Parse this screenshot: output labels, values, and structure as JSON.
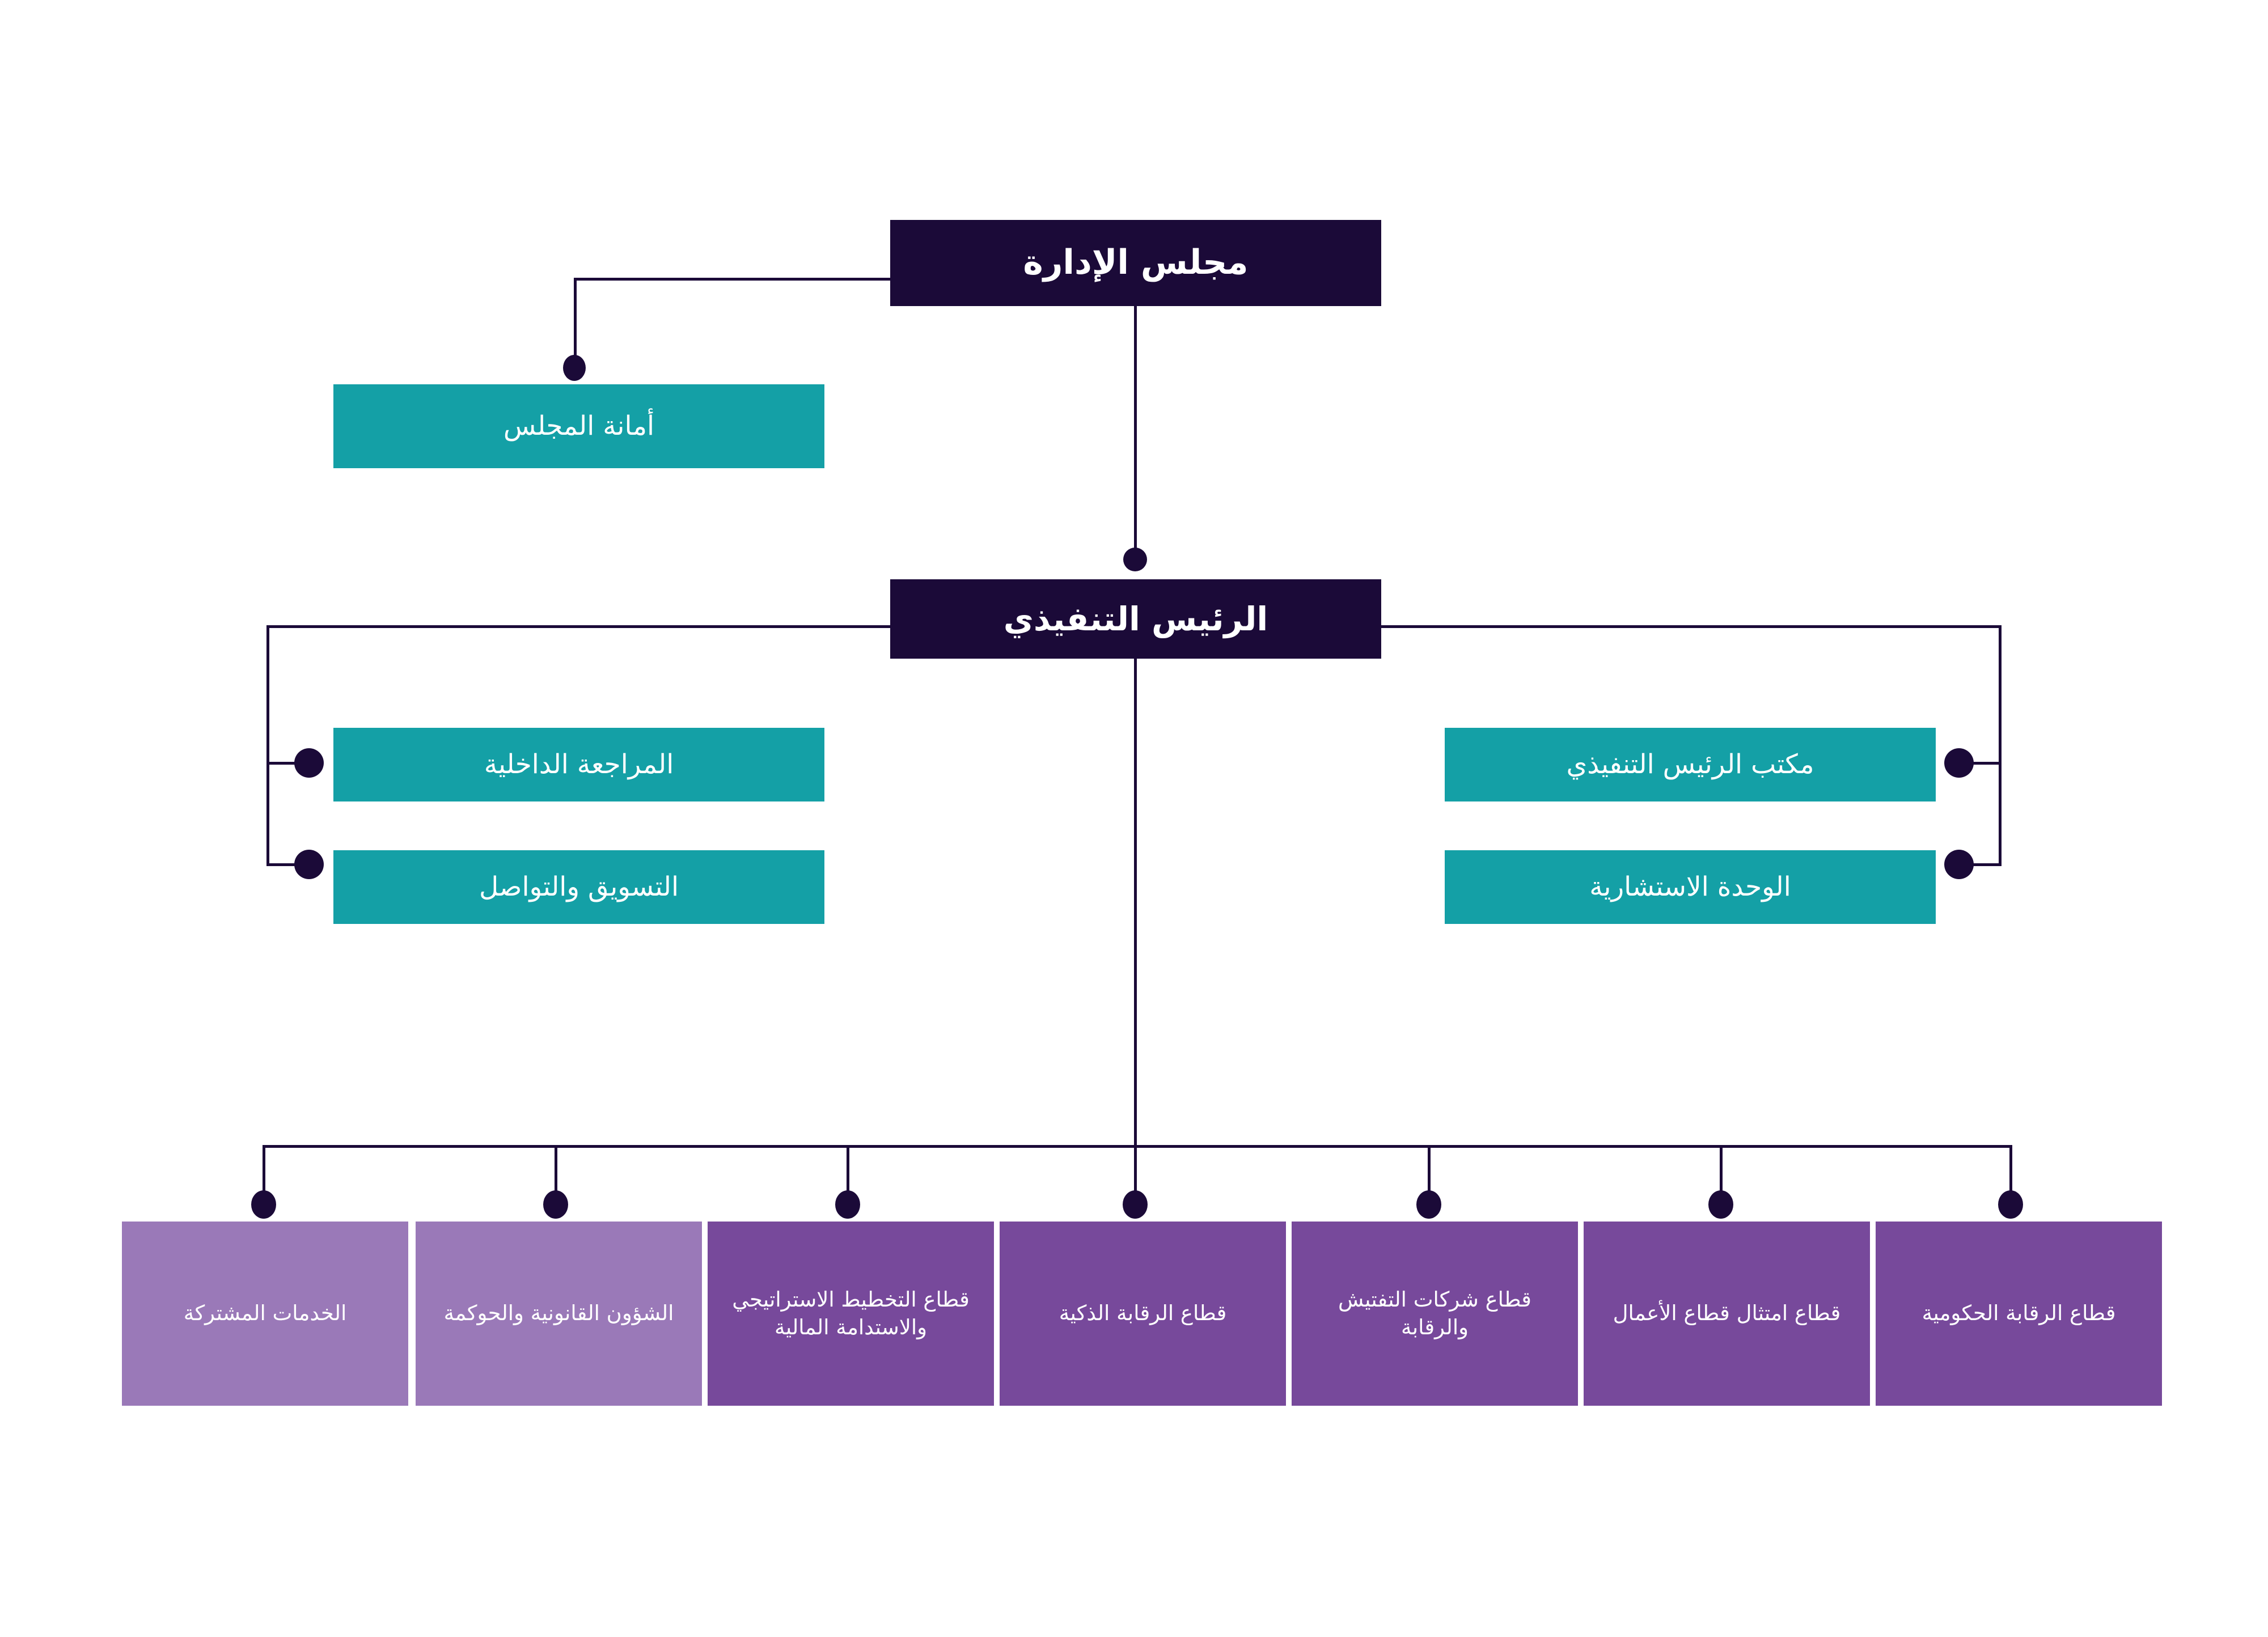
{
  "org_chart": {
    "title_lang": "ar",
    "colors": {
      "dark_navy": "#1b0a38",
      "teal": "#14a0a6",
      "purple_light": "#9a79b8",
      "purple_dark": "#77499b",
      "background": "#ffffff",
      "text_on_fill": "#ffffff"
    },
    "top": {
      "board": "مجلس الإدارة",
      "secretariat": "أمانة المجلس"
    },
    "executive": {
      "ceo": "الرئيس التنفيذي"
    },
    "staff_left": [
      {
        "label": "المراجعة الداخلية"
      },
      {
        "label": "التسويق والتواصل"
      }
    ],
    "staff_right": [
      {
        "label": "مكتب الرئيس التنفيذي"
      },
      {
        "label": "الوحدة الاستشارية"
      }
    ],
    "sectors": [
      {
        "label": "الخدمات المشتركة",
        "shade": "light"
      },
      {
        "label": "الشؤون القانونية والحوكمة",
        "shade": "light"
      },
      {
        "label": "قطاع التخطيط الاستراتيجي والاستدامة المالية",
        "shade": "dark"
      },
      {
        "label": "قطاع الرقابة الذكية",
        "shade": "dark"
      },
      {
        "label": "قطاع شركات التفتيش والرقابة",
        "shade": "dark"
      },
      {
        "label": "قطاع امتثال قطاع الأعمال",
        "shade": "dark"
      },
      {
        "label": "قطاع الرقابة الحكومية",
        "shade": "dark"
      }
    ]
  }
}
